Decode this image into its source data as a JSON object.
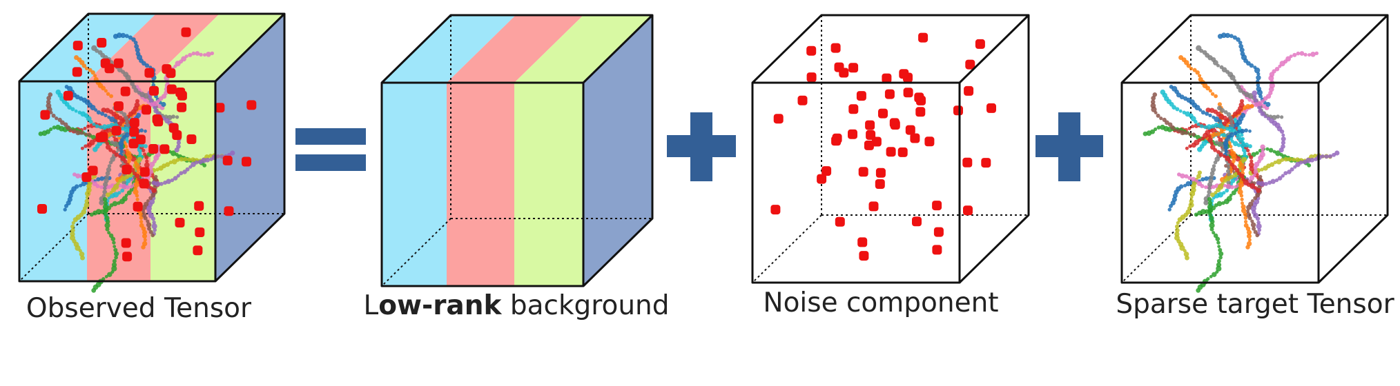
{
  "labels": {
    "observed": "Observed Tensor",
    "lowrank_first": "L",
    "lowrank_bold": "ow-rank",
    "lowrank_rest": " background",
    "noise": "Noise component",
    "sparse": "Sparse target Tensor"
  },
  "colors": {
    "slab1": "#9fe6fa",
    "slab2": "#fca2a0",
    "slab3": "#d8f9a3",
    "slab4": "#8aa2cc",
    "noise_dot": "#ee1111",
    "operator": "#335f96",
    "edge": "#111111"
  },
  "trajectory_colors": [
    "#1f6fb4",
    "#ff7f0e",
    "#2ca02c",
    "#d62728",
    "#9467bd",
    "#8c564b",
    "#e377c2",
    "#7f7f7f",
    "#bcbd22",
    "#17becf"
  ]
}
